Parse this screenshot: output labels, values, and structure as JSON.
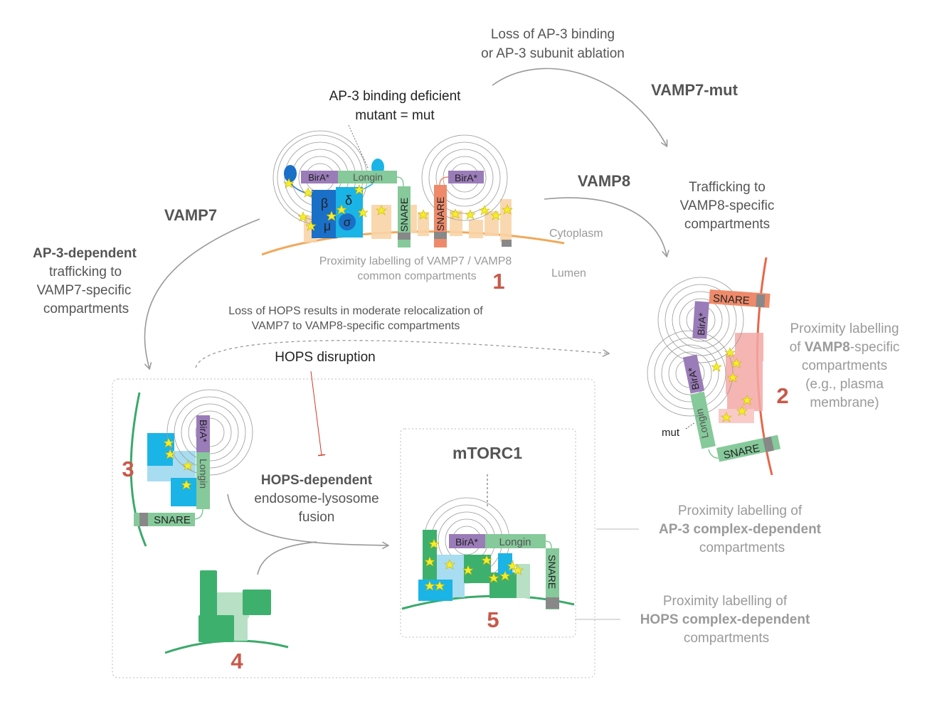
{
  "colors": {
    "orange_membrane": "#f0a95a",
    "red_membrane": "#e8674a",
    "green_membrane": "#3aa96a",
    "number_red": "#c8594a",
    "birA_purple": "#9a7cb8",
    "longin_green": "#86c99a",
    "snare_salmon": "#ee8a6a",
    "ap3_blue": "#1ab4e6",
    "hops_green": "#3db06e",
    "star_yellow": "#f5ee2a",
    "arrow_gray": "#999999"
  },
  "labels": {
    "loss_ap3_line1": "Loss of AP-3 binding",
    "loss_ap3_line2": "or AP-3 subunit ablation",
    "vamp7_mut": "VAMP7-mut",
    "ap3_deficient_line1": "AP-3 binding deficient",
    "ap3_deficient_line2": "mutant = mut",
    "vamp8": "VAMP8",
    "vamp7": "VAMP7",
    "trafficking_vamp8_line1": "Trafficking to",
    "trafficking_vamp8_line2": "VAMP8-specific",
    "trafficking_vamp8_line3": "compartments",
    "ap3_dependent_line1": "AP-3-dependent",
    "ap3_dependent_line2": "trafficking to",
    "ap3_dependent_line3": "VAMP7-specific",
    "ap3_dependent_line4": "compartments",
    "cytoplasm": "Cytoplasm",
    "lumen": "Lumen",
    "common_line1": "Proximity labelling of VAMP7 / VAMP8",
    "common_line2": "common compartments",
    "hops_loss_line1": "Loss of HOPS results in moderate relocalization of",
    "hops_loss_line2": "VAMP7 to VAMP8-specific compartments",
    "hops_disruption": "HOPS disruption",
    "vamp8_specific_line1": "Proximity labelling",
    "vamp8_specific_line2_pre": "of ",
    "vamp8_specific_line2_bold": "VAMP8",
    "vamp8_specific_line2_post": "-specific",
    "vamp8_specific_line3": "compartments",
    "vamp8_specific_line4": "(e.g., plasma",
    "vamp8_specific_line5": "membrane)",
    "mut": "mut",
    "hops_dependent_line1": "HOPS-dependent",
    "hops_dependent_line2": "endosome-lysosome",
    "hops_dependent_line3": "fusion",
    "mtorc1": "mTORC1",
    "ap3_complex_line1": "Proximity labelling of",
    "ap3_complex_line2": "AP-3 complex-dependent",
    "ap3_complex_line3": "compartments",
    "hops_complex_line1": "Proximity labelling of",
    "hops_complex_line2": "HOPS complex-dependent",
    "hops_complex_line3": "compartments"
  },
  "domains": {
    "birA": "BirA*",
    "longin": "Longin",
    "snare": "SNARE"
  },
  "ap3_subunits": {
    "beta": "β",
    "delta": "δ",
    "mu": "μ",
    "sigma": "σ"
  },
  "numbers": {
    "n1": "1",
    "n2": "2",
    "n3": "3",
    "n4": "4",
    "n5": "5"
  }
}
